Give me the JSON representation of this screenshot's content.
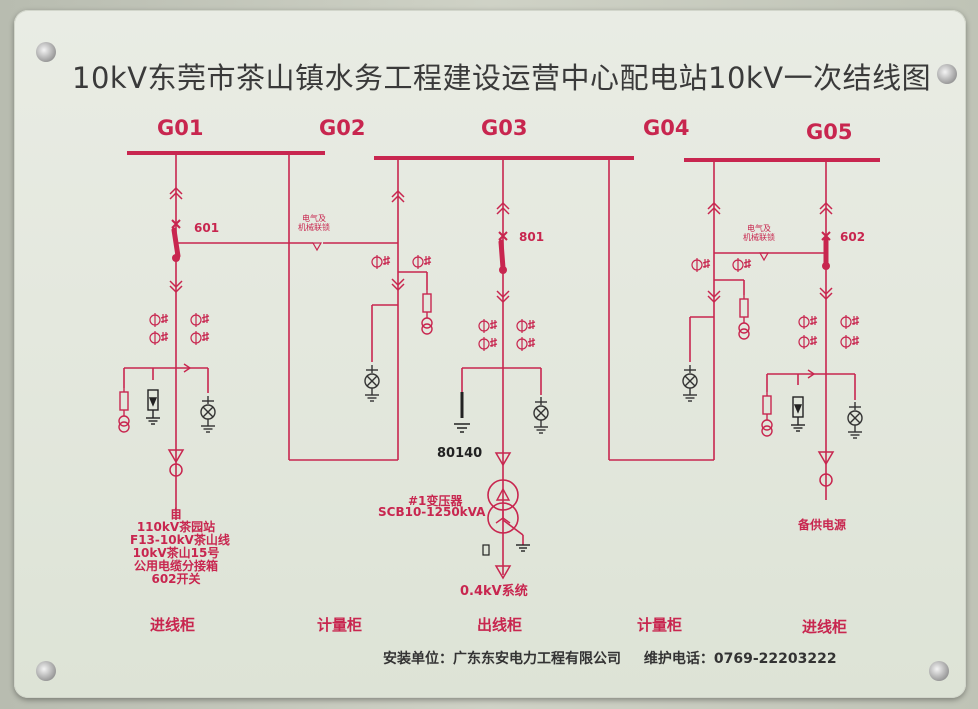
{
  "title": "10kV东莞市茶山镇水务工程建设运营中心配电站10kV一次结线图",
  "cabinets": [
    {
      "id": "G01",
      "kind": "进线柜"
    },
    {
      "id": "G02",
      "kind": "计量柜"
    },
    {
      "id": "G03",
      "kind": "出线柜"
    },
    {
      "id": "G04",
      "kind": "计量柜"
    },
    {
      "id": "G05",
      "kind": "进线柜"
    }
  ],
  "breakers": {
    "g01": "601",
    "g03": "801",
    "g05": "602"
  },
  "interlock": {
    "g02": "电气及\n机械联锁",
    "g04": "电气及\n机械联锁"
  },
  "earth_switch": "80140",
  "transformer": {
    "name": "#1变压器",
    "model": "SCB10-1250kVA",
    "lv": "0.4kV系统"
  },
  "g01_source": [
    "自",
    "110kV茶园站",
    "F13-10kV茶山线",
    "10kV茶山15号",
    "公用电缆分接箱",
    "602开关"
  ],
  "g05_source": "备供电源",
  "footer": {
    "installer": "安装单位：广东东安电力工程有限公司",
    "phone": "维护电话：0769-22203222"
  },
  "colors": {
    "line": "#c8264f",
    "plate": "#e6e9e0"
  }
}
